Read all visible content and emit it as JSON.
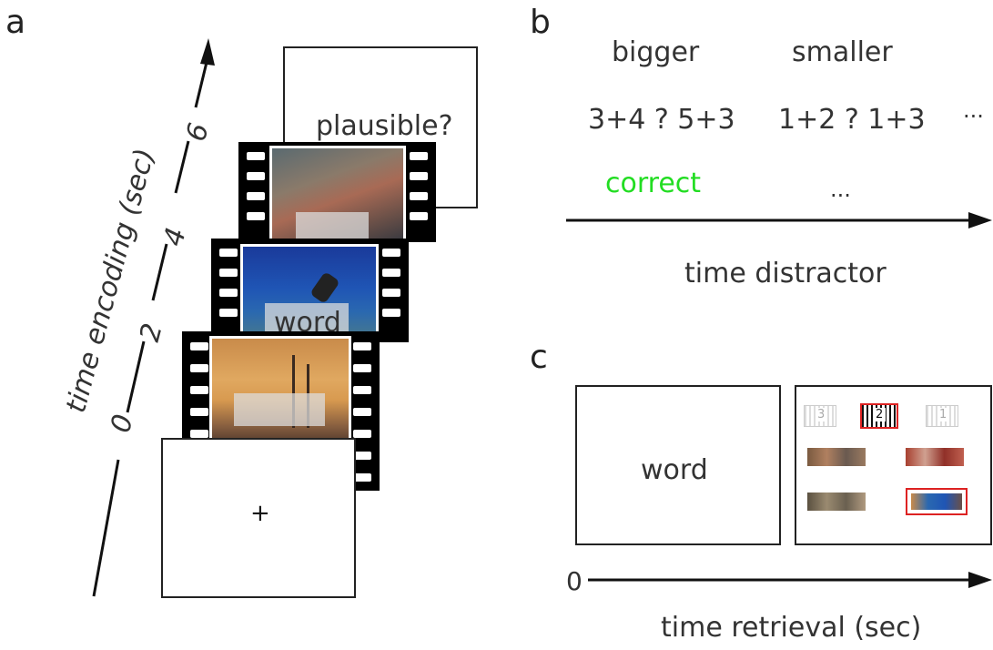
{
  "panels": {
    "a": "a",
    "b": "b",
    "c": "c"
  },
  "panel_a": {
    "axis_label": "time encoding (sec)",
    "ticks": [
      "0",
      "2",
      "4",
      "6"
    ],
    "fixation": "+",
    "frame_word": "word",
    "question": "plausible?"
  },
  "panel_b": {
    "header_left": "bigger",
    "header_right": "smaller",
    "eq_left": "3+4 ? 5+3",
    "eq_right": "1+2 ? 1+3",
    "eq_more": "···",
    "feedback": "correct",
    "feedback_more": "...",
    "axis_label": "time distractor",
    "feedback_color": "#22dd22"
  },
  "panel_c": {
    "cue_word": "word",
    "order_labels": [
      "3",
      "2",
      "1"
    ],
    "axis_start": "0",
    "axis_label": "time retrieval (sec)",
    "highlight_color": "#dd2222"
  }
}
